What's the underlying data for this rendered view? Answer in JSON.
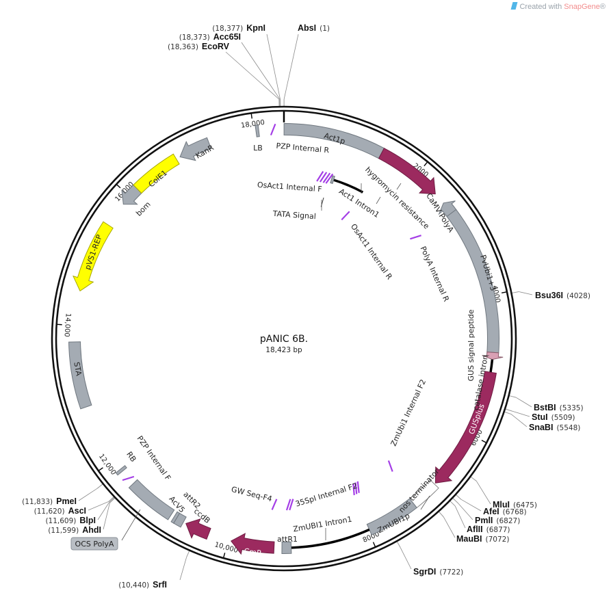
{
  "watermark": {
    "prefix": "Created with ",
    "brand": "SnapGene",
    "suffix": "®"
  },
  "plasmid": {
    "name": "pANIC 6B.",
    "length_label": "18,423 bp",
    "length_bp": 18423
  },
  "ticks": [
    {
      "bp": 2000,
      "label": "2000"
    },
    {
      "bp": 4000,
      "label": "4000"
    },
    {
      "bp": 6000,
      "label": "6000"
    },
    {
      "bp": 8000,
      "label": "8000"
    },
    {
      "bp": 10000,
      "label": "10,000"
    },
    {
      "bp": 12000,
      "label": "12,000"
    },
    {
      "bp": 14000,
      "label": "14,000"
    },
    {
      "bp": 16000,
      "label": "16,000"
    },
    {
      "bp": 18000,
      "label": "18,000"
    }
  ],
  "colors": {
    "gray": "#a4abb3",
    "gray_stroke": "#6f777f",
    "magenta": "#9c2a5f",
    "magenta_stroke": "#6e1c42",
    "yellow": "#ffff00",
    "yellow_stroke": "#a6a600",
    "pink": "#d9a0b4",
    "primer": "#a43ee6",
    "ring": "#111111"
  },
  "features": [
    {
      "label": "Act1p",
      "start": 1,
      "end": 1420,
      "dir": 0,
      "color": "gray",
      "track": "outer"
    },
    {
      "label": "hygromycin resistance",
      "start": 1420,
      "end": 2370,
      "dir": 1,
      "color": "magenta",
      "track": "outer"
    },
    {
      "label": "CaMV PolyA",
      "start": 2540,
      "end": 2720,
      "dir": -1,
      "color": "gray",
      "track": "outer"
    },
    {
      "label": "PvUbi1+3",
      "start": 2720,
      "end": 4800,
      "dir": 0,
      "color": "gray",
      "track": "outer"
    },
    {
      "label": "GUS signal peptide",
      "start": 4800,
      "end": 4900,
      "dir": 1,
      "color": "pink",
      "track": "outer"
    },
    {
      "label": "catalase intron",
      "start": 4900,
      "end": 5080,
      "dir": 0,
      "color": "line",
      "track": "outer"
    },
    {
      "label": "GUSplus",
      "start": 5080,
      "end": 6840,
      "dir": 1,
      "color": "magenta",
      "track": "outer"
    },
    {
      "label": "nos terminator",
      "start": 6860,
      "end": 7260,
      "dir": 0,
      "color": "white",
      "track": "outer"
    },
    {
      "label": "ZmUBI1p",
      "start": 7260,
      "end": 7980,
      "dir": 0,
      "color": "gray",
      "track": "outer"
    },
    {
      "label": "ZmUBI1 Intron1",
      "start": 7980,
      "end": 9110,
      "dir": 0,
      "color": "line",
      "track": "outer"
    },
    {
      "label": "attR1",
      "start": 9110,
      "end": 9240,
      "dir": 0,
      "color": "gray",
      "track": "outer"
    },
    {
      "label": "CmR",
      "start": 9350,
      "end": 9960,
      "dir": 1,
      "color": "magenta",
      "track": "outer"
    },
    {
      "label": "ccdB",
      "start": 10290,
      "end": 10640,
      "dir": 1,
      "color": "magenta",
      "track": "outer"
    },
    {
      "label": "attR2",
      "start": 10680,
      "end": 10790,
      "dir": 0,
      "color": "gray",
      "track": "outer"
    },
    {
      "label": "AcV5",
      "start": 10790,
      "end": 10830,
      "dir": 0,
      "color": "gray",
      "track": "outer"
    },
    {
      "label": "OCS PolyA",
      "start": 10880,
      "end": 11570,
      "dir": 0,
      "color": "gray",
      "track": "outer"
    },
    {
      "label": "RB",
      "start": 11800,
      "end": 11840,
      "dir": 0,
      "color": "gray",
      "track": "outer"
    },
    {
      "label": "STA",
      "start": 12840,
      "end": 13770,
      "dir": 0,
      "color": "gray",
      "track": "outer"
    },
    {
      "label": "pVS1-REP",
      "start": 14490,
      "end": 15500,
      "dir": -1,
      "color": "yellow",
      "track": "outer"
    },
    {
      "label": "bom",
      "start": 15860,
      "end": 16150,
      "dir": -1,
      "color": "gray",
      "track": "outer"
    },
    {
      "label": "ColE1",
      "start": 16150,
      "end": 16840,
      "dir": 0,
      "color": "yellow",
      "track": "outer"
    },
    {
      "label": "KanR",
      "start": 16900,
      "end": 17350,
      "dir": -1,
      "color": "gray",
      "track": "outer"
    },
    {
      "label": "LB",
      "start": 18030,
      "end": 18070,
      "dir": 0,
      "color": "gray",
      "track": "outer"
    },
    {
      "label": "Act1 Intron1",
      "start": 890,
      "end": 1450,
      "dir": 0,
      "color": "line",
      "track": "inner"
    },
    {
      "label": "",
      "start": 850,
      "end": 890,
      "dir": 0,
      "color": "gray",
      "track": "inner"
    }
  ],
  "primers": [
    {
      "label": "PZP Internal R",
      "bps": [
        18270
      ],
      "track": "outer"
    },
    {
      "label": "OsAct1 Internal F",
      "bps": [
        640,
        700,
        760,
        810
      ],
      "track": "inner"
    },
    {
      "label": "OsAct1 Internal R",
      "bps": [
        1360
      ],
      "track": "inner2"
    },
    {
      "label": "PolyA Internal R",
      "bps": [
        2680
      ],
      "track": "inner"
    },
    {
      "label": "ZmUbi1 Internal F2",
      "bps": [
        7170
      ],
      "track": "inner"
    },
    {
      "label": "35SpI Internal F2",
      "bps": [
        7850,
        7895,
        7940
      ],
      "track": "inner"
    },
    {
      "label": "GW Seq-F4",
      "bps": [
        9080,
        9130,
        9380
      ],
      "track": "inner"
    },
    {
      "label": "PZP Internal F",
      "bps": [
        11670
      ],
      "track": "outer"
    }
  ],
  "misc_features": [
    {
      "label": "TATA Signal",
      "bp": 805
    }
  ],
  "sites": [
    {
      "name": "KpnI",
      "bp": 18377,
      "pos_label": "(18,377)"
    },
    {
      "name": "Acc65I",
      "bp": 18373,
      "pos_label": "(18,373)"
    },
    {
      "name": "EcoRV",
      "bp": 18363,
      "pos_label": "(18,363)"
    },
    {
      "name": "AbsI",
      "bp": 1,
      "pos_label": "(1)"
    },
    {
      "name": "Bsu36I",
      "bp": 4028,
      "pos_label": "(4028)"
    },
    {
      "name": "BstBI",
      "bp": 5335,
      "pos_label": "(5335)"
    },
    {
      "name": "StuI",
      "bp": 5509,
      "pos_label": "(5509)"
    },
    {
      "name": "SnaBI",
      "bp": 5548,
      "pos_label": "(5548)"
    },
    {
      "name": "MluI",
      "bp": 6475,
      "pos_label": "(6475)"
    },
    {
      "name": "AfeI",
      "bp": 6768,
      "pos_label": "(6768)"
    },
    {
      "name": "PmlI",
      "bp": 6827,
      "pos_label": "(6827)"
    },
    {
      "name": "AflII",
      "bp": 6877,
      "pos_label": "(6877)"
    },
    {
      "name": "MauBI",
      "bp": 7072,
      "pos_label": "(7072)"
    },
    {
      "name": "SgrDI",
      "bp": 7722,
      "pos_label": "(7722)"
    },
    {
      "name": "SrfI",
      "bp": 10440,
      "pos_label": "(10,440)"
    },
    {
      "name": "PmeI",
      "bp": 11833,
      "pos_label": "(11,833)"
    },
    {
      "name": "AscI",
      "bp": 11620,
      "pos_label": "(11,620)"
    },
    {
      "name": "BlpI",
      "bp": 11609,
      "pos_label": "(11,609)"
    },
    {
      "name": "AhdI",
      "bp": 11599,
      "pos_label": "(11,599)"
    }
  ]
}
